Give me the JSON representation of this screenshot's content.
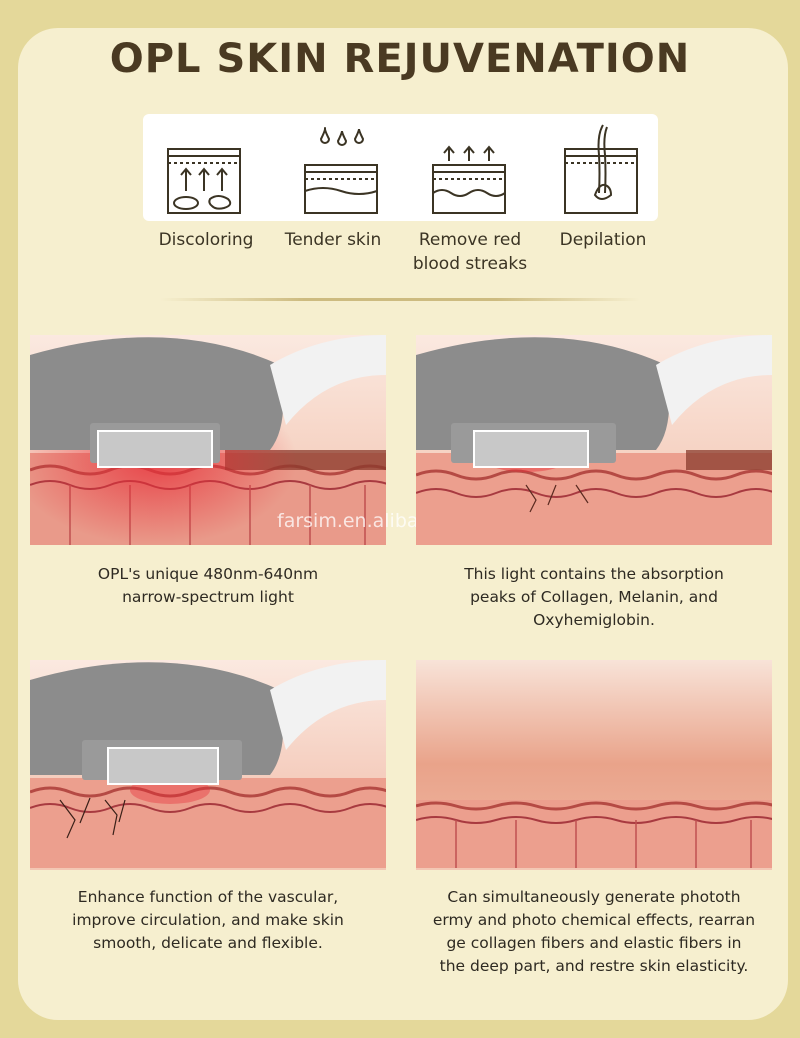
{
  "header": {
    "title": "OPL SKIN REJUVENATION"
  },
  "effects": [
    {
      "icon": "discoloring-icon",
      "label": "Discoloring"
    },
    {
      "icon": "tender-skin-icon",
      "label": "Tender skin"
    },
    {
      "icon": "remove-red-streaks-icon",
      "label": "Remove red\nblood streaks"
    },
    {
      "icon": "depilation-icon",
      "label": "Depilation"
    }
  ],
  "watermark": "farsim.en.alibaba.com",
  "panels": [
    {
      "image": "opl-handpiece-on-skin-image",
      "caption": "OPL's unique 480nm-640nm\nnarrow-spectrum light"
    },
    {
      "image": "opl-absorption-image",
      "caption": "This light contains the absorption\npeaks of Collagen, Melanin, and\nOxyhemiglobin."
    },
    {
      "image": "opl-vascular-image",
      "caption": "Enhance function of the vascular,\nimprove circulation, and make skin\nsmooth, delicate and flexible."
    },
    {
      "image": "rejuvenated-skin-image",
      "caption": "Can simultaneously generate phototh\nermy and photo chemical effects, rearran\nge collagen fibers and elastic fibers in\nthe deep part, and restre skin elasticity."
    }
  ],
  "colors": {
    "background": "#e4d89a",
    "panel": "#f6efcf",
    "title": "#4a3a22",
    "skin": "#e8907f"
  }
}
